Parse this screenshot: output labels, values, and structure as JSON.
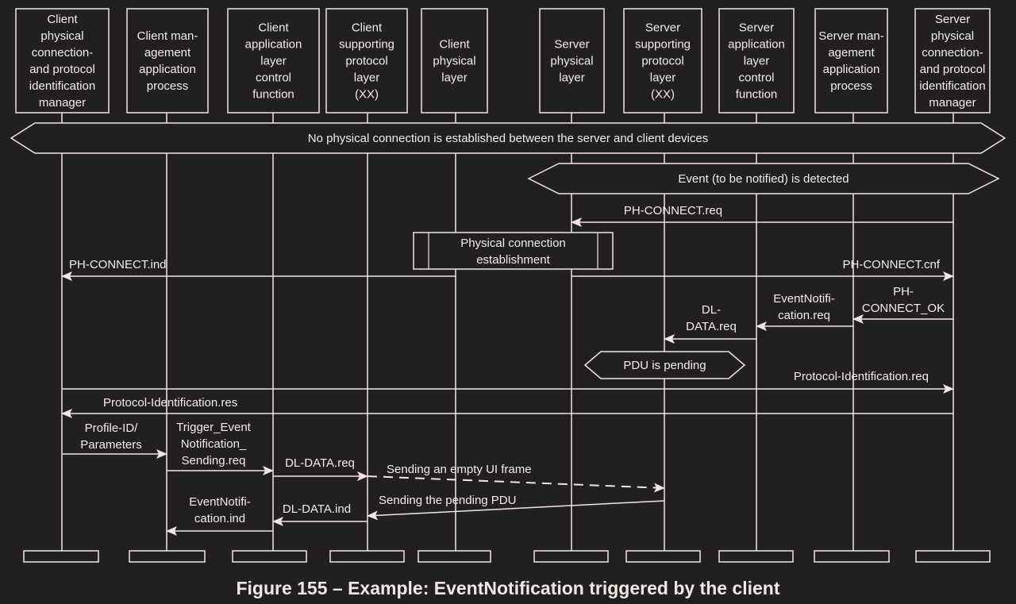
{
  "figure_caption": "Figure 155 – Example: EventNotification triggered by the client",
  "colors": {
    "background": "#221f20",
    "line": "#f3e4e4"
  },
  "lifelines": [
    {
      "id": "c_pcpim",
      "label": [
        "Client",
        "physical",
        "connection-",
        "and protocol",
        "identification",
        "manager"
      ]
    },
    {
      "id": "c_maproc",
      "label": [
        "Client man-",
        "agement",
        "application",
        "process"
      ]
    },
    {
      "id": "c_alcf",
      "label": [
        "Client",
        "application",
        "layer",
        "control",
        "function"
      ]
    },
    {
      "id": "c_spl",
      "label": [
        "Client",
        "supporting",
        "protocol",
        "layer",
        "(XX)"
      ]
    },
    {
      "id": "c_phy",
      "label": [
        "Client",
        "physical",
        "layer"
      ]
    },
    {
      "id": "s_phy",
      "label": [
        "Server",
        "physical",
        "layer"
      ]
    },
    {
      "id": "s_spl",
      "label": [
        "Server",
        "supporting",
        "protocol",
        "layer",
        "(XX)"
      ]
    },
    {
      "id": "s_alcf",
      "label": [
        "Server",
        "application",
        "layer",
        "control",
        "function"
      ]
    },
    {
      "id": "s_maproc",
      "label": [
        "Server man-",
        "agement",
        "application",
        "process"
      ]
    },
    {
      "id": "s_pcpim",
      "label": [
        "Server",
        "physical",
        "connection-",
        "and protocol",
        "identification",
        "manager"
      ]
    }
  ],
  "states": [
    {
      "text": "No physical connection is established between the server and client devices",
      "from": 0,
      "to": 9
    },
    {
      "text": "Event (to be notified) is detected",
      "from": 5,
      "to": 9
    },
    {
      "text": "PDU is pending",
      "from": 6,
      "to": 6
    }
  ],
  "procedures": [
    {
      "text": [
        "Physical connection",
        "establishment"
      ],
      "from": 4,
      "to": 5
    }
  ],
  "messages": [
    {
      "label": [
        "PH-CONNECT.req"
      ],
      "from": 9,
      "to": 5,
      "style": "solid"
    },
    {
      "label": [
        "PH-CONNECT.ind"
      ],
      "from": 4,
      "to": 0,
      "style": "solid"
    },
    {
      "label": [
        "PH-CONNECT.cnf"
      ],
      "from": 5,
      "to": 9,
      "style": "solid"
    },
    {
      "label": [
        "PH-",
        "CONNECT_OK"
      ],
      "from": 9,
      "to": 8,
      "style": "solid"
    },
    {
      "label": [
        "EventNotifi-",
        "cation.req"
      ],
      "from": 8,
      "to": 7,
      "style": "solid"
    },
    {
      "label": [
        "DL-",
        "DATA.req"
      ],
      "from": 7,
      "to": 6,
      "style": "solid"
    },
    {
      "label": [
        "Protocol-Identification.req"
      ],
      "from": 0,
      "to": 9,
      "style": "solid"
    },
    {
      "label": [
        "Protocol-Identification.res"
      ],
      "from": 9,
      "to": 0,
      "style": "solid"
    },
    {
      "label": [
        "Profile-ID/",
        "Parameters"
      ],
      "from": 0,
      "to": 1,
      "style": "solid"
    },
    {
      "label": [
        "Trigger_Event",
        "Notification_",
        "Sending.req"
      ],
      "from": 1,
      "to": 2,
      "style": "solid"
    },
    {
      "label": [
        "DL-DATA.req"
      ],
      "from": 2,
      "to": 3,
      "style": "solid"
    },
    {
      "label": [
        "Sending an empty UI frame"
      ],
      "from": 3,
      "to": 6,
      "style": "dashed"
    },
    {
      "label": [
        "Sending the pending PDU"
      ],
      "from": 6,
      "to": 3,
      "style": "solid"
    },
    {
      "label": [
        "DL-DATA.ind"
      ],
      "from": 3,
      "to": 2,
      "style": "solid"
    },
    {
      "label": [
        "EventNotifi-",
        "cation.ind"
      ],
      "from": 2,
      "to": 1,
      "style": "solid"
    }
  ]
}
